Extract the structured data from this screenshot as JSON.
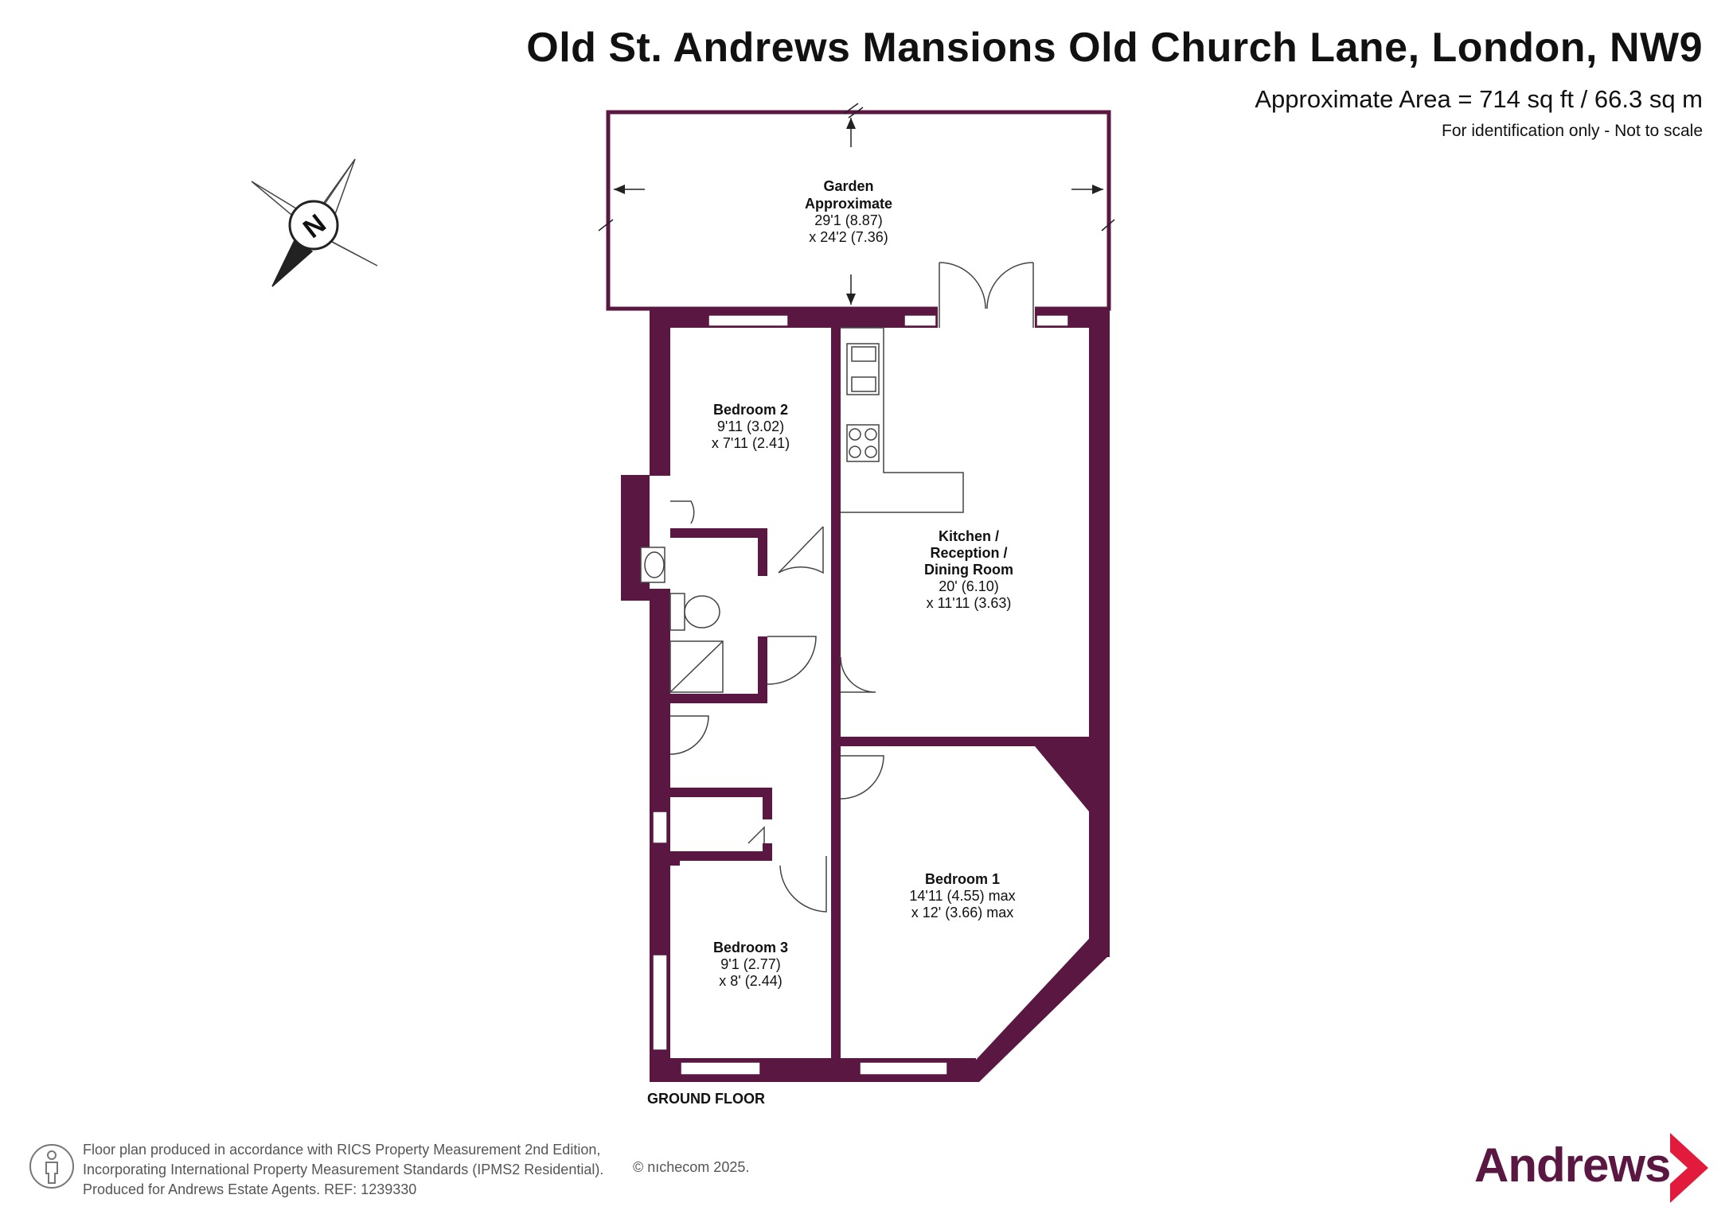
{
  "header": {
    "title": "Old St. Andrews Mansions Old Church Lane, London, NW9",
    "area": "Approximate Area = 714 sq ft / 66.3 sq m",
    "note": "For identification only - Not to scale"
  },
  "colors": {
    "wall": "#5a1742",
    "brand": "#5a1742",
    "brand_chevron": "#e21b3c",
    "text": "#111111"
  },
  "compass": {
    "letter": "N"
  },
  "rooms": {
    "garden": {
      "name1": "Garden",
      "name2": "Approximate",
      "dim1": "29'1 (8.87)",
      "dim2": "x 24'2 (7.36)"
    },
    "bedroom2": {
      "name": "Bedroom 2",
      "dim1": "9'11 (3.02)",
      "dim2": "x 7'11 (2.41)"
    },
    "kitchen": {
      "name1": "Kitchen /",
      "name2": "Reception /",
      "name3": "Dining Room",
      "dim1": "20' (6.10)",
      "dim2": "x 11'11 (3.63)"
    },
    "bedroom1": {
      "name": "Bedroom 1",
      "dim1": "14'11 (4.55) max",
      "dim2": "x 12' (3.66) max"
    },
    "bedroom3": {
      "name": "Bedroom 3",
      "dim1": "9'1 (2.77)",
      "dim2": "x 8' (2.44)"
    }
  },
  "floor_label": "GROUND FLOOR",
  "footer": {
    "line1": "Floor plan produced in accordance with RICS Property Measurement 2nd Edition,",
    "line2": "Incorporating International Property Measurement Standards (IPMS2 Residential).",
    "line3": "Produced for Andrews Estate Agents.   REF: 1239330",
    "copyright": "© nıchecom 2025."
  },
  "brand": {
    "name": "Andrews"
  }
}
